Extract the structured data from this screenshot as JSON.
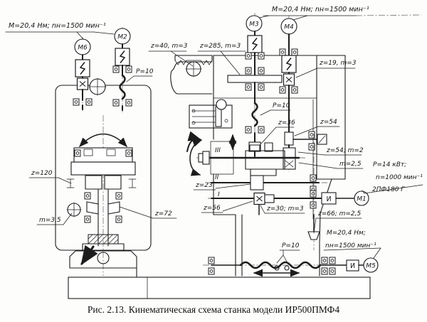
{
  "caption": "Рис. 2.13. Кинематическая схема станка модели ИР500ПМФ4",
  "motors": {
    "m1": "М1",
    "m2": "М2",
    "m3": "М3",
    "m4": "М4",
    "m5": "М5",
    "m6": "М6"
  },
  "shaft_marks": {
    "i": "I",
    "ii": "II",
    "iii": "III"
  },
  "encoders": {
    "m1_box": "И",
    "m5_box": "И"
  },
  "specs": {
    "top_left": "М=20,4 Нм; nн=1500 мин⁻¹",
    "top_mid": "М=20,4 Нм; nн=1500 мин⁻¹",
    "m1_line1": "Р=14 кВт;",
    "m1_line2": "n=1000 мин⁻¹",
    "m1_line3": "2ПФ180 Г",
    "m5_line1": "М=20,4 Нм;",
    "m5_line2": "nн=1500 мин⁻¹"
  },
  "gears": {
    "z40": "z=40, m=3",
    "z285": "z=285, m=3",
    "z19": "z=19, m=3",
    "z36": "z=36",
    "z54": "z=54",
    "z54m2": "z=54; m=2",
    "m25": "m=2,5",
    "z120": "z=120",
    "m35": "m=3,5",
    "z72": "z=72",
    "z23": "z=23",
    "z56": "z=56",
    "z30": "z=30; m=3",
    "z66": "z=66; m=2,5"
  },
  "screws": {
    "p10_m2": "Р=10",
    "p10_mid": "Р=10",
    "p10_bottom": "Р=10"
  },
  "colors": {
    "ink": "#1c1c1c",
    "paper": "#fdfdfc"
  }
}
